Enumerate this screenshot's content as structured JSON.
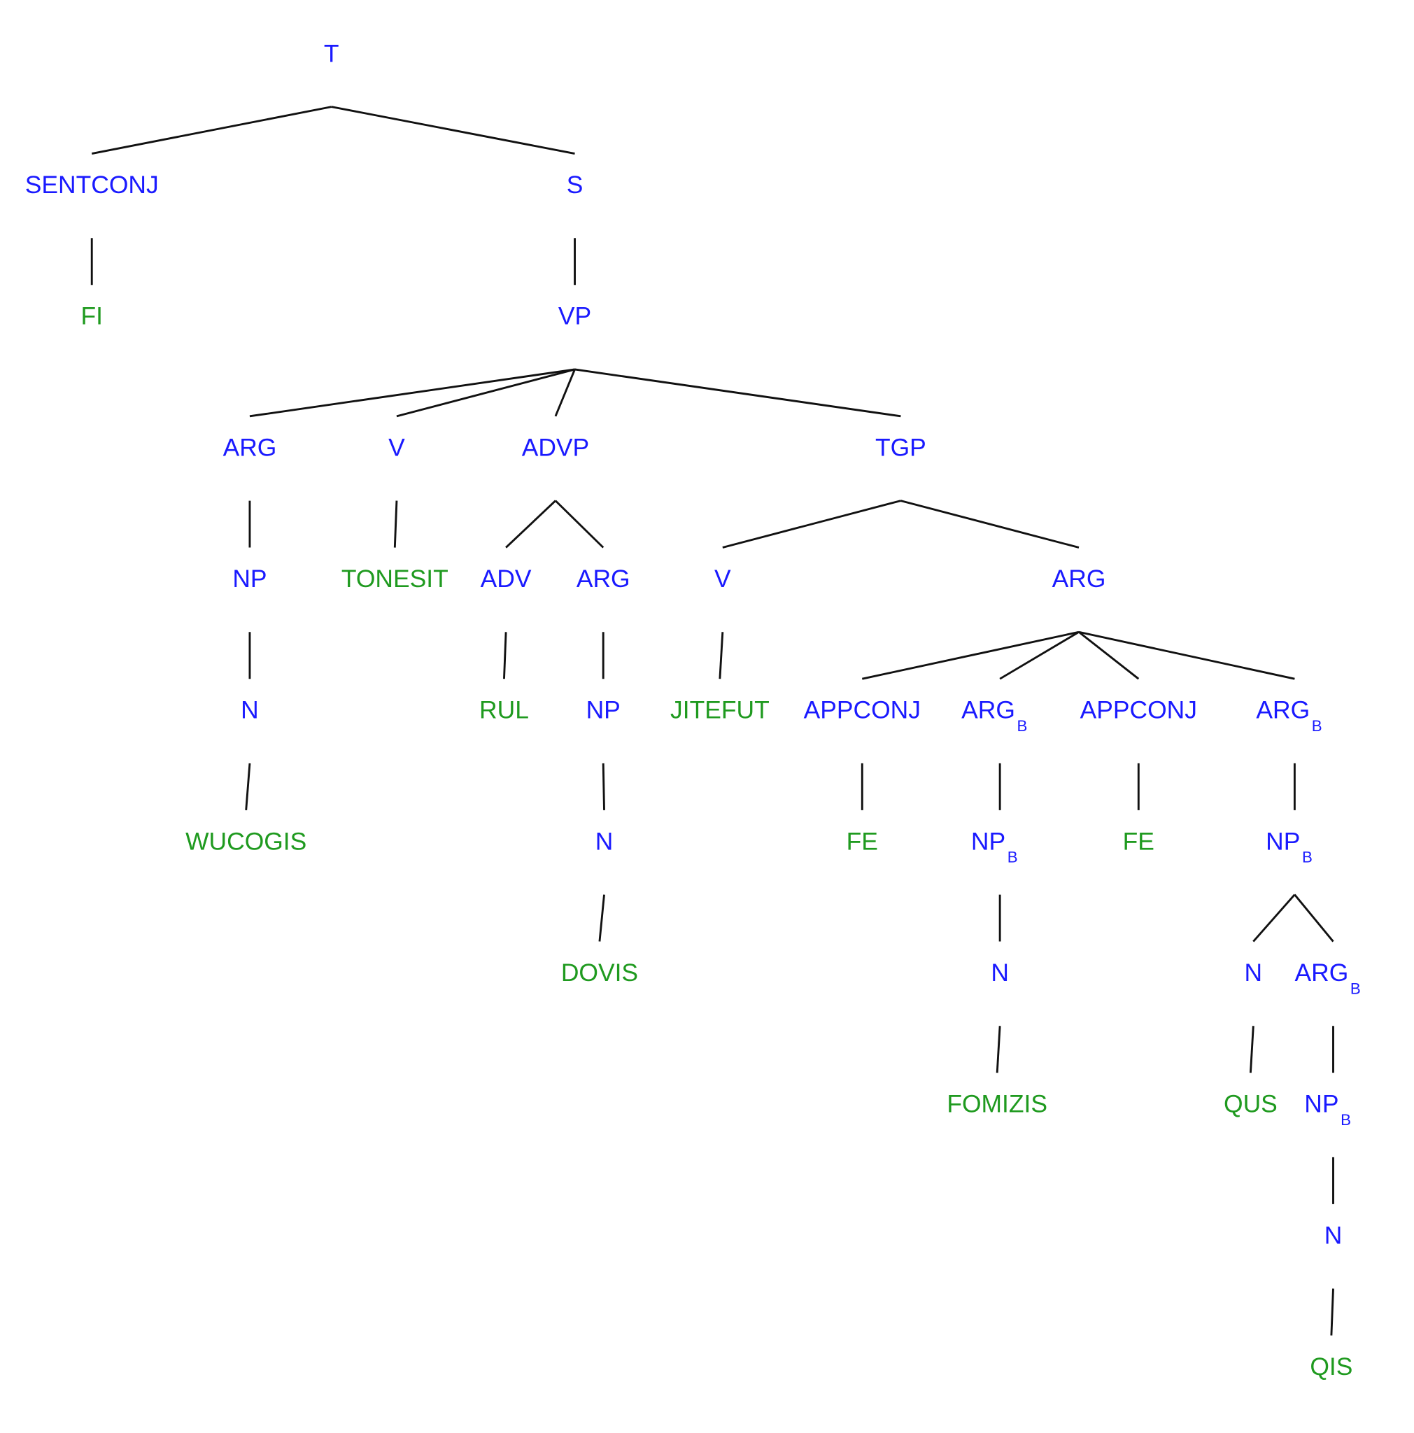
{
  "diagram_type": "syntax tree",
  "colors": {
    "nonterminal": "#1a1aff",
    "terminal": "#1f9a1f",
    "edge": "#111111"
  },
  "nodes": [
    {
      "label": "T",
      "type": "nonterminal",
      "parent": null
    },
    {
      "label": "SENTCONJ",
      "type": "nonterminal",
      "parent": 0
    },
    {
      "label": "FI",
      "type": "terminal",
      "parent": 1
    },
    {
      "label": "S",
      "type": "nonterminal",
      "parent": 0
    },
    {
      "label": "VP",
      "type": "nonterminal",
      "parent": 3
    },
    {
      "label": "ARG",
      "type": "nonterminal",
      "parent": 4
    },
    {
      "label": "NP",
      "type": "nonterminal",
      "parent": 5
    },
    {
      "label": "N",
      "type": "nonterminal",
      "parent": 6
    },
    {
      "label": "WUCOGIS",
      "type": "terminal",
      "parent": 7
    },
    {
      "label": "V",
      "type": "nonterminal",
      "parent": 4
    },
    {
      "label": "TONESIT",
      "type": "terminal",
      "parent": 9
    },
    {
      "label": "ADVP",
      "type": "nonterminal",
      "parent": 4
    },
    {
      "label": "ADV",
      "type": "nonterminal",
      "parent": 11
    },
    {
      "label": "RUL",
      "type": "terminal",
      "parent": 12
    },
    {
      "label": "ARG",
      "type": "nonterminal",
      "parent": 11
    },
    {
      "label": "NP",
      "type": "nonterminal",
      "parent": 14
    },
    {
      "label": "N",
      "type": "nonterminal",
      "parent": 15
    },
    {
      "label": "DOVIS",
      "type": "terminal",
      "parent": 16
    },
    {
      "label": "TGP",
      "type": "nonterminal",
      "parent": 4
    },
    {
      "label": "V",
      "type": "nonterminal",
      "parent": 18
    },
    {
      "label": "JITEFUT",
      "type": "terminal",
      "parent": 19
    },
    {
      "label": "ARG",
      "type": "nonterminal",
      "parent": 18
    },
    {
      "label": "APPCONJ",
      "type": "nonterminal",
      "parent": 21
    },
    {
      "label": "FE",
      "type": "terminal",
      "parent": 22
    },
    {
      "label": "ARG",
      "sub": "B",
      "type": "nonterminal",
      "parent": 21
    },
    {
      "label": "NP",
      "sub": "B",
      "type": "nonterminal",
      "parent": 24
    },
    {
      "label": "N",
      "type": "nonterminal",
      "parent": 25
    },
    {
      "label": "FOMIZIS",
      "type": "terminal",
      "parent": 26
    },
    {
      "label": "APPCONJ",
      "type": "nonterminal",
      "parent": 21
    },
    {
      "label": "FE",
      "type": "terminal",
      "parent": 28
    },
    {
      "label": "ARG",
      "sub": "B",
      "type": "nonterminal",
      "parent": 21
    },
    {
      "label": "NP",
      "sub": "B",
      "type": "nonterminal",
      "parent": 30
    },
    {
      "label": "N",
      "type": "nonterminal",
      "parent": 31
    },
    {
      "label": "QUS",
      "type": "terminal",
      "parent": 32
    },
    {
      "label": "ARG",
      "sub": "B",
      "type": "nonterminal",
      "parent": 31
    },
    {
      "label": "NP",
      "sub": "B",
      "type": "nonterminal",
      "parent": 34
    },
    {
      "label": "N",
      "type": "nonterminal",
      "parent": 35
    },
    {
      "label": "QIS",
      "type": "terminal",
      "parent": 36
    }
  ]
}
